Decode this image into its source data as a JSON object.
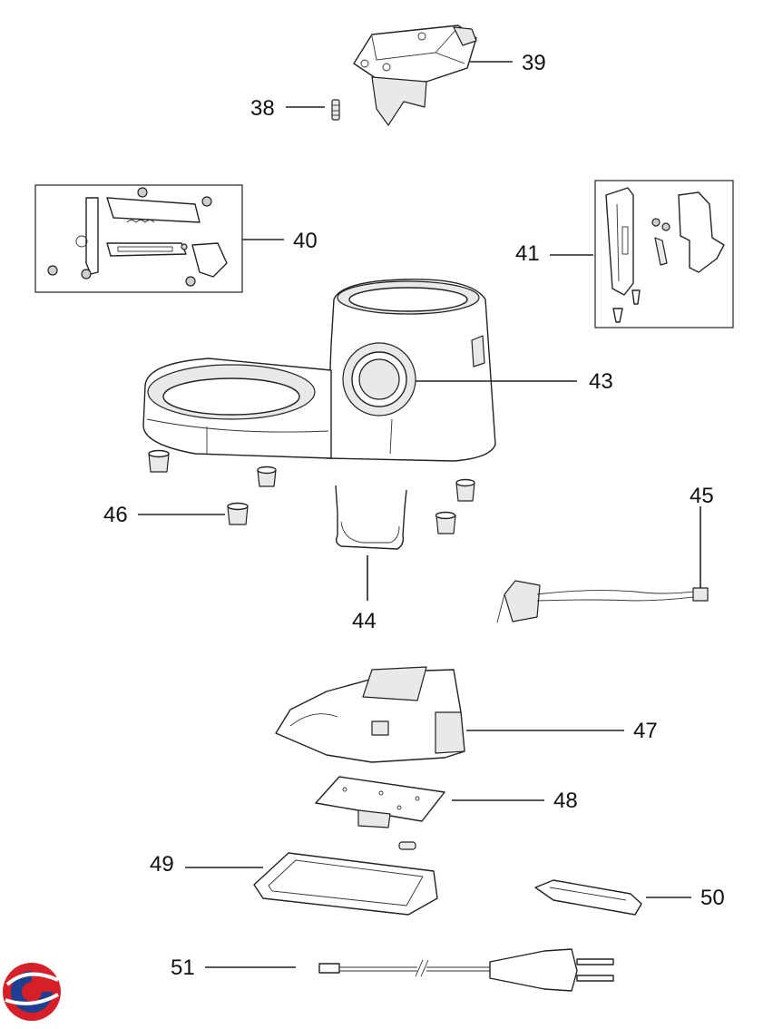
{
  "diagram": {
    "callouts": {
      "c38": "38",
      "c39": "39",
      "c40": "40",
      "c41": "41",
      "c43": "43",
      "c44": "44",
      "c45": "45",
      "c46": "46",
      "c47": "47",
      "c48": "48",
      "c49": "49",
      "c50": "50",
      "c51": "51"
    },
    "colors": {
      "logo_red": "#d5202a",
      "logo_blue": "#1e3f8f"
    }
  }
}
